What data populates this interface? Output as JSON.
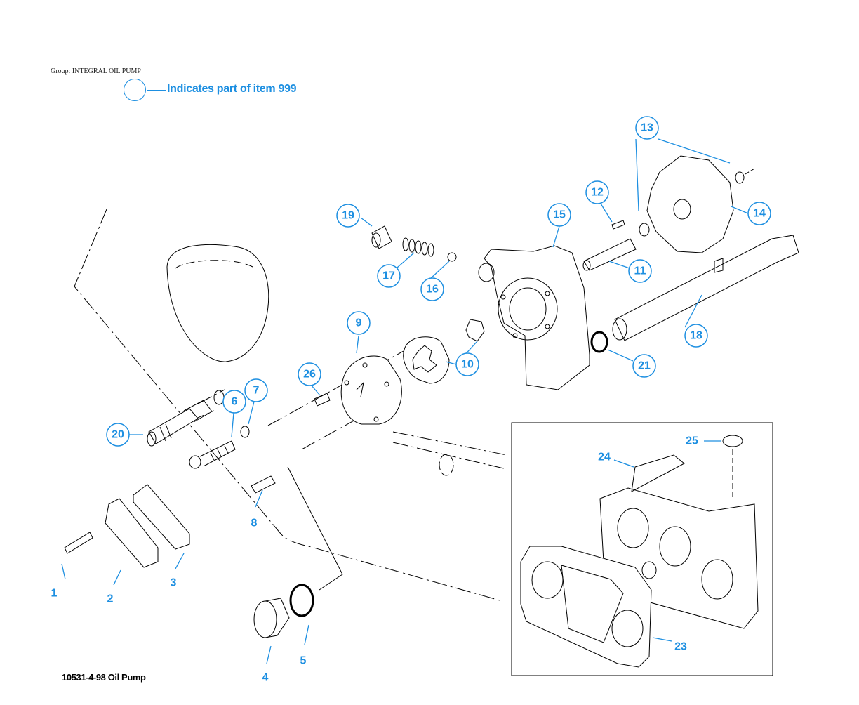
{
  "header": {
    "group_label": "Group: INTEGRAL OIL PUMP",
    "legend_text": "Indicates part of item 999"
  },
  "footer": {
    "caption": "10531-4-98 Oil Pump"
  },
  "colors": {
    "callout": "#1d8fe1",
    "line": "#000000"
  },
  "callouts": {
    "c1": "1",
    "c2": "2",
    "c3": "3",
    "c4": "4",
    "c5": "5",
    "c6": "6",
    "c7": "7",
    "c8": "8",
    "c9": "9",
    "c10": "10",
    "c11": "11",
    "c12": "12",
    "c13": "13",
    "c14": "14",
    "c15": "15",
    "c16": "16",
    "c17": "17",
    "c18": "18",
    "c19": "19",
    "c20": "20",
    "c21": "21",
    "c23": "23",
    "c24": "24",
    "c25": "25",
    "c26": "26"
  }
}
